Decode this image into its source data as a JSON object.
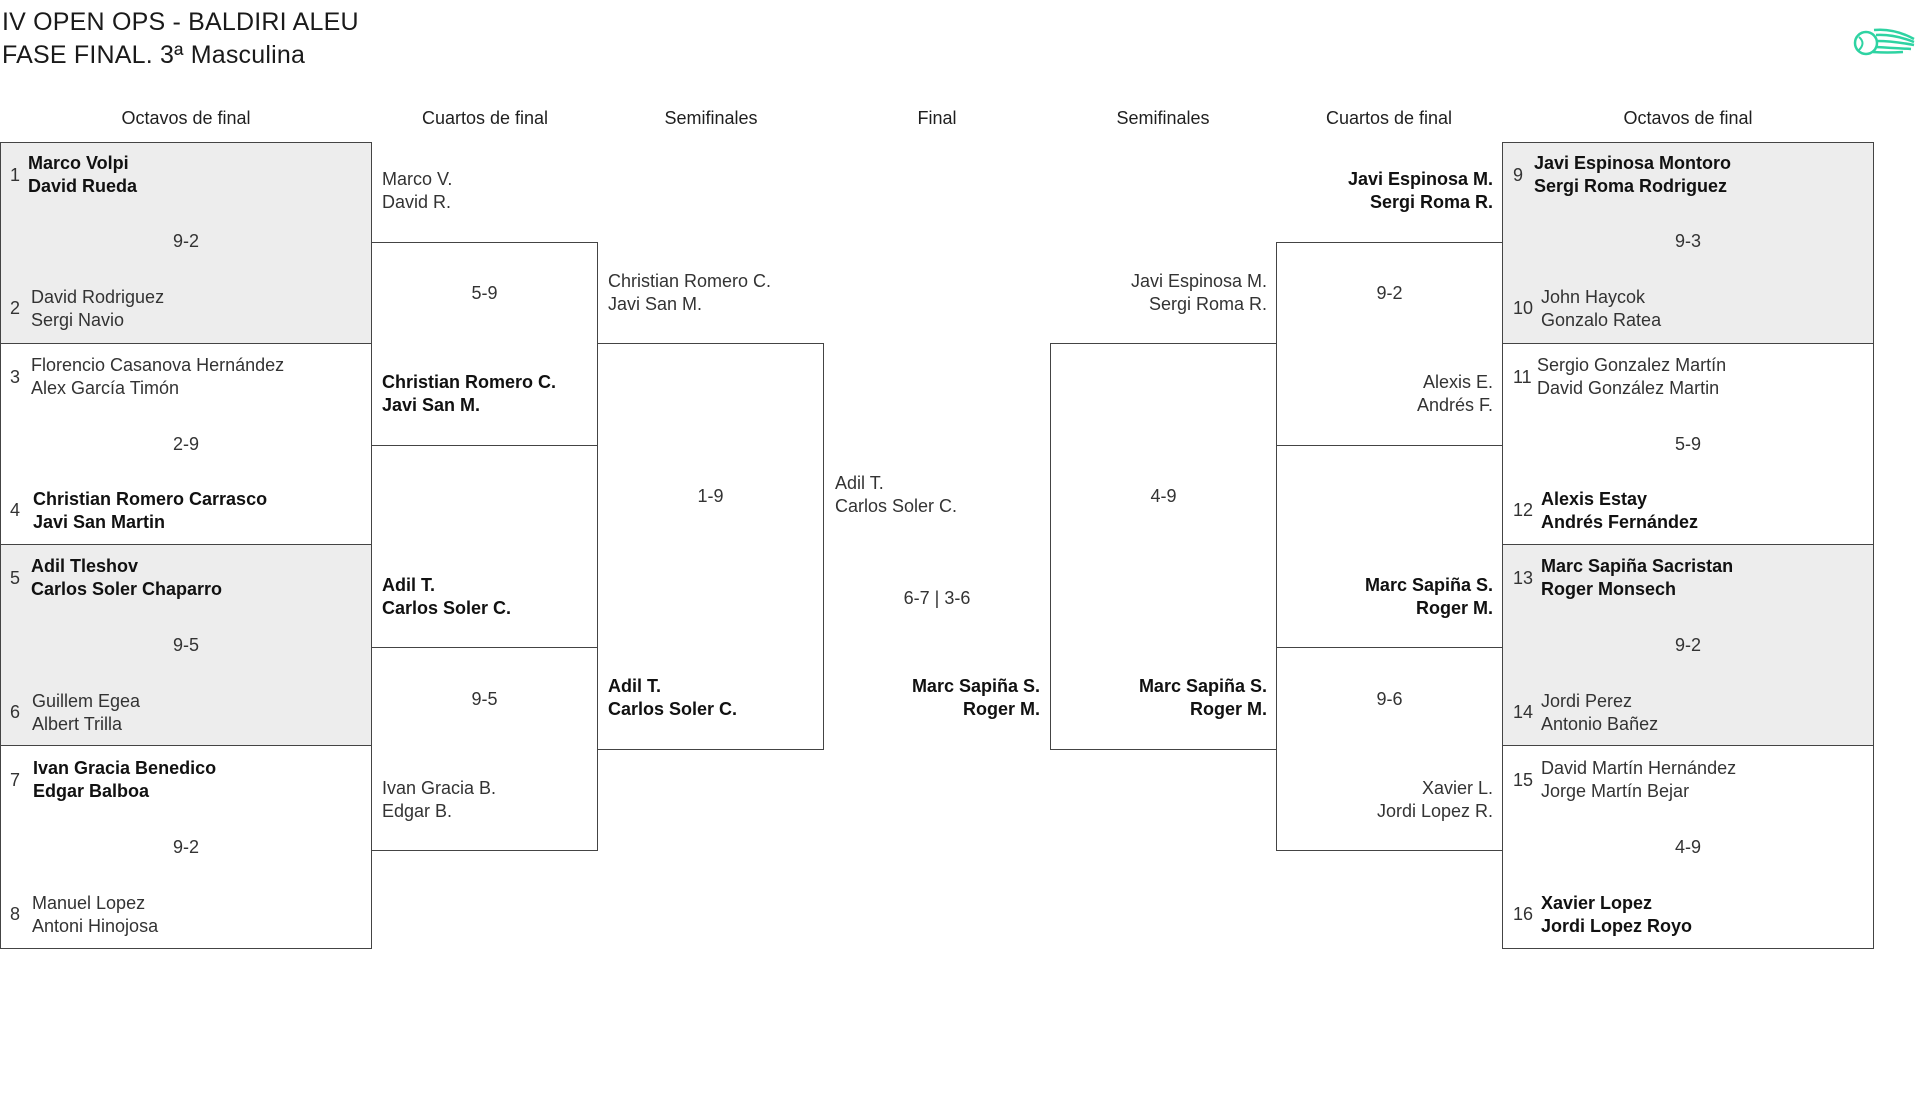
{
  "title": {
    "line1": "IV OPEN OPS - BALDIRI ALEU",
    "line2": "FASE FINAL. 3ª Masculina"
  },
  "logo_icon": "tennis-ball-logo-icon",
  "accent_color": "#2ed3a2",
  "headers": {
    "r16_left": "Octavos de final",
    "qf_left": "Cuartos de final",
    "sf_left": "Semifinales",
    "final": "Final",
    "sf_right": "Semifinales",
    "qf_right": "Cuartos de final",
    "r16_right": "Octavos de final"
  },
  "r16_left": [
    {
      "top_seed": "1",
      "top": [
        "Marco Volpi",
        "David Rueda"
      ],
      "bottom_seed": "2",
      "bottom": [
        "David Rodriguez",
        "Sergi Navio"
      ],
      "score": "9-2"
    },
    {
      "top_seed": "3",
      "top": [
        "Florencio Casanova Hernández",
        "Alex García Timón"
      ],
      "bottom_seed": "4",
      "bottom": [
        "Christian Romero Carrasco",
        "Javi San Martin"
      ],
      "score": "2-9"
    },
    {
      "top_seed": "5",
      "top": [
        "Adil Tleshov",
        "Carlos Soler Chaparro"
      ],
      "bottom_seed": "6",
      "bottom": [
        "Guillem Egea",
        "Albert Trilla"
      ],
      "score": "9-5"
    },
    {
      "top_seed": "7",
      "top": [
        "Ivan Gracia Benedico",
        "Edgar Balboa"
      ],
      "bottom_seed": "8",
      "bottom": [
        "Manuel Lopez",
        "Antoni Hinojosa"
      ],
      "score": "9-2"
    }
  ],
  "r16_right": [
    {
      "top_seed": "9",
      "top": [
        "Javi Espinosa Montoro",
        "Sergi Roma Rodriguez"
      ],
      "bottom_seed": "10",
      "bottom": [
        "John Haycok",
        "Gonzalo Ratea"
      ],
      "score": "9-3"
    },
    {
      "top_seed": "11",
      "top": [
        "Sergio Gonzalez Martín",
        "David González Martin"
      ],
      "bottom_seed": "12",
      "bottom": [
        "Alexis Estay",
        "Andrés Fernández"
      ],
      "score": "5-9"
    },
    {
      "top_seed": "13",
      "top": [
        "Marc Sapiña Sacristan",
        "Roger Monsech"
      ],
      "bottom_seed": "14",
      "bottom": [
        "Jordi Perez",
        "Antonio Bañez"
      ],
      "score": "9-2"
    },
    {
      "top_seed": "15",
      "top": [
        "David Martín Hernández",
        "Jorge Martín Bejar"
      ],
      "bottom_seed": "16",
      "bottom": [
        "Xavier Lopez",
        "Jordi Lopez Royo"
      ],
      "score": "4-9"
    }
  ],
  "qf_left": [
    {
      "top": [
        "Marco V.",
        "David R."
      ],
      "bottom": [
        "Christian Romero C.",
        "Javi San M."
      ],
      "score": "5-9"
    },
    {
      "top": [
        "Adil T.",
        "Carlos Soler C."
      ],
      "bottom": [
        "Ivan Gracia B.",
        "Edgar B."
      ],
      "score": "9-5"
    }
  ],
  "qf_right": [
    {
      "top": [
        "Javi Espinosa M.",
        "Sergi Roma R."
      ],
      "bottom": [
        "Alexis E.",
        "Andrés F."
      ],
      "score": "9-2"
    },
    {
      "top": [
        "Marc Sapiña S.",
        "Roger M."
      ],
      "bottom": [
        "Xavier L.",
        "Jordi Lopez R."
      ],
      "score": "9-6"
    }
  ],
  "sf_left": {
    "top": [
      "Christian Romero C.",
      "Javi San M."
    ],
    "bottom": [
      "Adil T.",
      "Carlos Soler C."
    ],
    "score": "1-9"
  },
  "sf_right": {
    "top": [
      "Javi Espinosa M.",
      "Sergi Roma R."
    ],
    "bottom": [
      "Marc Sapiña S.",
      "Roger M."
    ],
    "score": "4-9"
  },
  "final": {
    "left": [
      "Adil T.",
      "Carlos Soler C."
    ],
    "right": [
      "Marc Sapiña S.",
      "Roger M."
    ],
    "score": "6-7 | 3-6"
  }
}
